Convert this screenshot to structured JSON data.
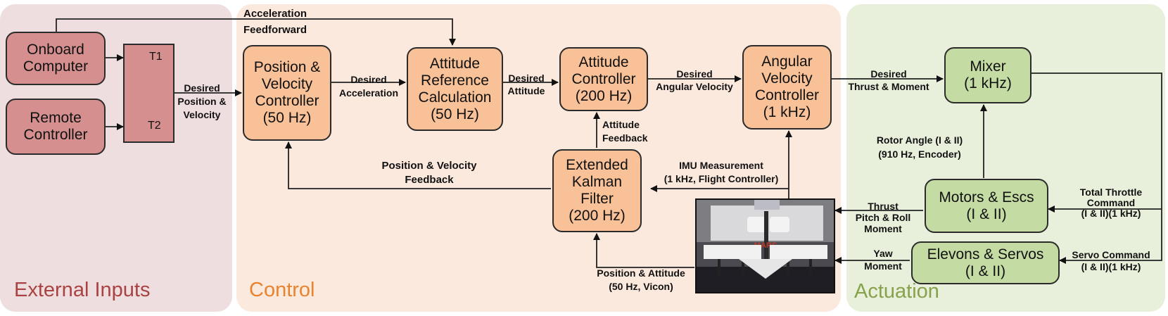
{
  "panels": {
    "external": "External Inputs",
    "control": "Control",
    "actuation": "Actuation"
  },
  "colors": {
    "external_bg": "#efdedf",
    "control_bg": "#fbe9dd",
    "actuation_bg": "#e8f0dc",
    "external_text": "#a94343",
    "control_text": "#e8832f",
    "actuation_text": "#86a24a",
    "orange_box": "#f8c197",
    "green_box": "#c4dba3",
    "red_box": "#d58f8f"
  },
  "blocks": {
    "onboard": "Onboard\nComputer",
    "remote": "Remote\nController",
    "switch_t1": "T1",
    "switch_t2": "T2",
    "posvel": "Position &\nVelocity\nController\n(50 Hz)",
    "attref": "Attitude\nReference\nCalculation\n(50 Hz)",
    "attctrl": "Attitude\nController\n(200 Hz)",
    "angvel": "Angular\nVelocity\nController\n(1 kHz)",
    "ekf": "Extended\nKalman\nFilter\n(200 Hz)",
    "mixer": "Mixer\n(1 kHz)",
    "motors": "Motors & Escs\n(I & II)",
    "elevons": "Elevons & Servos\n(I & II)"
  },
  "labels": {
    "acc_ff": "Acceleration\nFeedforward",
    "des_posvel": "Desired\nPosition &\nVelocity",
    "des_acc": "Desired\nAcceleration",
    "des_att": "Desired\nAttitude",
    "des_angvel": "Desired\nAngular Velocity",
    "des_thrust": "Desired\nThrust & Moment",
    "att_fb": "Attitude\nFeedback",
    "posvel_fb": "Position & Velocity\nFeedback",
    "imu": "IMU Measurement\n(1 kHz, Flight Controller)",
    "pos_att": "Position & Attitude\n(50 Hz, Vicon)",
    "rotor_angle": "Rotor Angle (I & II)\n(910 Hz, Encoder)",
    "thrust_moment": "Thrust\nPitch & Roll\nMoment",
    "yaw_moment": "Yaw\nMoment",
    "total_throttle": "Total Throttle\nCommand\n(I & II)(1 kHz)",
    "servo_cmd": "Servo Command\n(I & II)(1 kHz)"
  },
  "photo": {
    "label": "aircraft-photo",
    "sign_text": "MARS"
  }
}
